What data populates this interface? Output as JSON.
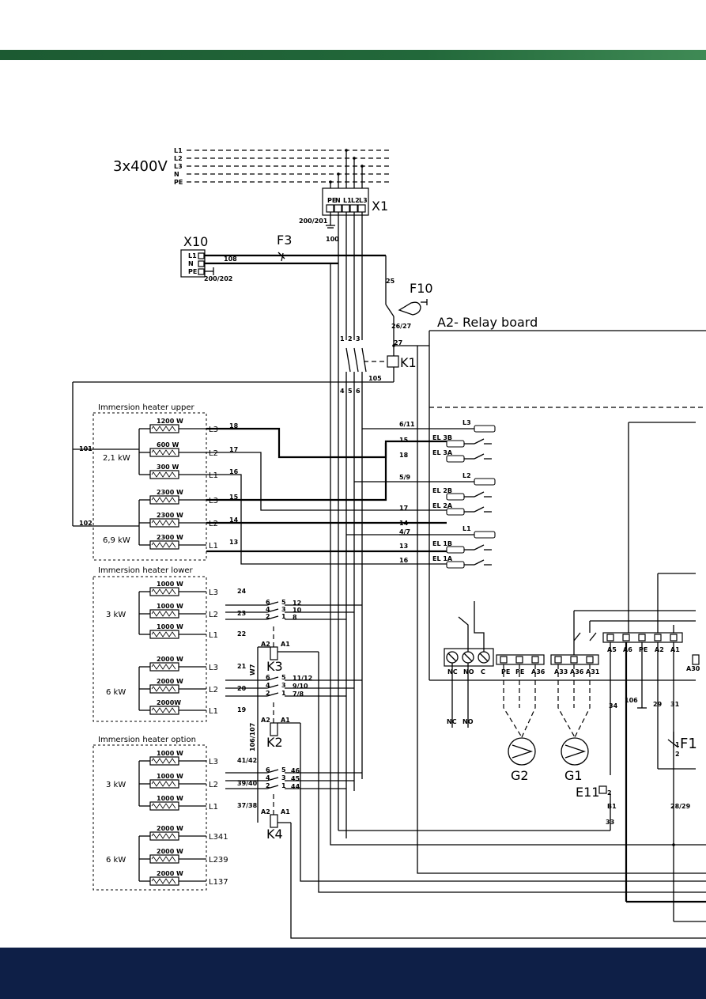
{
  "colors": {
    "top_band": "#22683a",
    "bottom_band": "#0e1f47"
  },
  "supply": {
    "voltage": "3x400V",
    "lines": [
      "L1",
      "L2",
      "L3",
      "N",
      "PE"
    ]
  },
  "terminals": {
    "x1": "X1",
    "x1_ref": "200/201",
    "x1_pins": [
      "PE",
      "N",
      "L1",
      "L2",
      "L3"
    ],
    "x10": "X10",
    "x10_ref": "200/202",
    "x10_pins": [
      "L1",
      "N",
      "PE"
    ]
  },
  "components": {
    "f3": "F3",
    "f10": "F10",
    "k1": "K1",
    "k2": "K2",
    "k3": "K3",
    "k4": "K4",
    "f1": "F1",
    "e11": "E11",
    "g1": "G1",
    "g2": "G2"
  },
  "relay_board": "A2- Relay board",
  "wire_numbers": {
    "w100": "100",
    "w108": "108",
    "w25": "25",
    "w26_27": "26/27",
    "w27": "27",
    "w105": "105",
    "w101": "101",
    "w102": "102",
    "k1_top": [
      "1",
      "2",
      "3"
    ],
    "k1_bottom": [
      "4",
      "5",
      "6"
    ],
    "relay_side": [
      "6/11",
      "15",
      "18",
      "5/9",
      "17",
      "14",
      "4/7",
      "13",
      "16"
    ],
    "k3_wire": "W7",
    "k2_wire": "106/107",
    "f1_side": [
      "34",
      "106",
      "29",
      "31",
      "28/29",
      "33"
    ]
  },
  "relay_outputs": [
    "L3",
    "EL 3B",
    "EL 3A",
    "L2",
    "EL 2B",
    "EL 2A",
    "L1",
    "EL 1B",
    "EL 1A"
  ],
  "connectors": {
    "nc_no_c": [
      "NC",
      "NO",
      "C"
    ],
    "pump2": [
      "PE",
      "PE",
      "A36"
    ],
    "pump1": [
      "A33",
      "A36",
      "A31"
    ],
    "top_strip": [
      "A5",
      "A6",
      "PE",
      "A2",
      "A1"
    ],
    "a30": "A30",
    "bottom_labels": [
      "NC",
      "NO"
    ],
    "e11_pins": [
      "B1",
      "2"
    ],
    "f1_pins": [
      "1",
      "2"
    ]
  },
  "heater_groups": [
    {
      "title": "Immersion heater upper",
      "subgroups": [
        {
          "power": "2,1 kW",
          "elements": [
            {
              "rating": "1200 W",
              "phase": "L3",
              "wire": "18"
            },
            {
              "rating": "600 W",
              "phase": "L2",
              "wire": "17"
            },
            {
              "rating": "300 W",
              "phase": "L1",
              "wire": "16"
            }
          ]
        },
        {
          "power": "6,9 kW",
          "elements": [
            {
              "rating": "2300 W",
              "phase": "L3",
              "wire": "15"
            },
            {
              "rating": "2300 W",
              "phase": "L2",
              "wire": "14"
            },
            {
              "rating": "2300 W",
              "phase": "L1",
              "wire": "13"
            }
          ]
        }
      ]
    },
    {
      "title": "Immersion heater lower",
      "subgroups": [
        {
          "power": "3 kW",
          "elements": [
            {
              "rating": "1000 W",
              "phase": "L3",
              "wire": "24"
            },
            {
              "rating": "1000 W",
              "phase": "L2",
              "wire": "23"
            },
            {
              "rating": "1000 W",
              "phase": "L1",
              "wire": "22"
            }
          ]
        },
        {
          "power": "6 kW",
          "elements": [
            {
              "rating": "2000 W",
              "phase": "L3",
              "wire": "21"
            },
            {
              "rating": "2000 W",
              "phase": "L2",
              "wire": "20"
            },
            {
              "rating": "2000W",
              "phase": "L1",
              "wire": "19"
            }
          ]
        }
      ]
    },
    {
      "title": "Immersion heater option",
      "subgroups": [
        {
          "power": "3 kW",
          "elements": [
            {
              "rating": "1000 W",
              "phase": "L3",
              "wire": "41/42"
            },
            {
              "rating": "1000 W",
              "phase": "L2",
              "wire": "39/40"
            },
            {
              "rating": "1000 W",
              "phase": "L1",
              "wire": "37/38"
            }
          ]
        },
        {
          "power": "6 kW",
          "elements": [
            {
              "rating": "2000 W",
              "phase": "L341",
              "wire": ""
            },
            {
              "rating": "2000 W",
              "phase": "L239",
              "wire": ""
            },
            {
              "rating": "2000 W",
              "phase": "L137",
              "wire": ""
            }
          ]
        }
      ]
    }
  ],
  "contactor_contacts": {
    "k3": {
      "pins": [
        [
          "6",
          "5"
        ],
        [
          "4",
          "3"
        ],
        [
          "2",
          "1"
        ]
      ],
      "out": [
        "12",
        "10",
        "8"
      ]
    },
    "k2": {
      "pins": [
        [
          "6",
          "5"
        ],
        [
          "4",
          "3"
        ],
        [
          "2",
          "1"
        ]
      ],
      "out": [
        "11/12",
        "9/10",
        "7/8"
      ]
    },
    "k4": {
      "pins": [
        [
          "6",
          "5"
        ],
        [
          "4",
          "3"
        ],
        [
          "2",
          "1"
        ]
      ],
      "out": [
        "46",
        "45",
        "44"
      ]
    },
    "coil": [
      "A2",
      "A1"
    ]
  }
}
